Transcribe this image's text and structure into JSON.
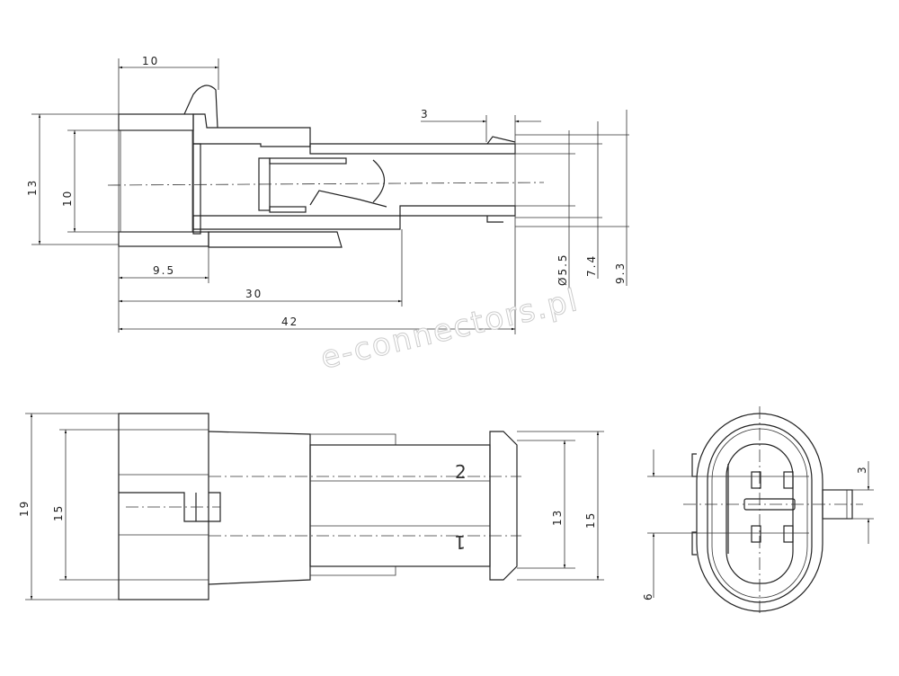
{
  "watermark": "e-connectors.pl",
  "section_view": {
    "dims": {
      "flange_length": "10",
      "outer_height": "13",
      "inner_height": "10",
      "housing_depth": "9.5",
      "body_length": "30",
      "total_length": "42",
      "tip_length": "3",
      "bore_diameter": "Ø5.5",
      "tube_diameter": "7.4",
      "tip_diameter": "9.3"
    }
  },
  "side_view": {
    "dims": {
      "housing_height": "19",
      "housing_inner": "15",
      "tube_height": "13",
      "flange_height": "15"
    },
    "pin_labels": [
      "2",
      "1"
    ]
  },
  "end_view": {
    "dims": {
      "pin_spacing": "6",
      "key_width": "3"
    }
  }
}
